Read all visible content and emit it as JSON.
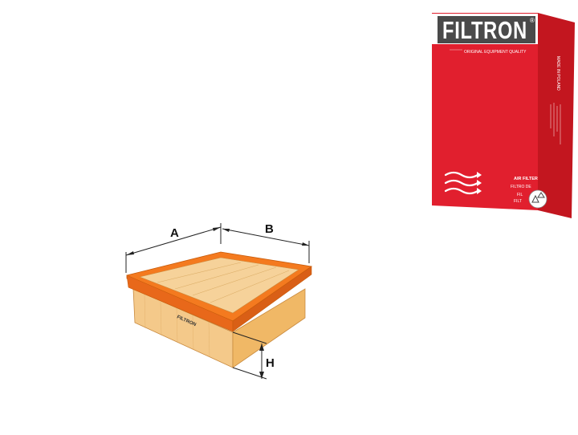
{
  "product_box": {
    "brand": "FILTRON",
    "registered_mark": "®",
    "tagline": "ORIGINAL EQUIPMENT QUALITY",
    "side_text": "MADE IN POLAND",
    "lines": [
      "AIR FILTER",
      "FILTRO DE",
      "FIL",
      "FILT"
    ],
    "brand_color": "#e11f2e",
    "box_side_color": "#c3161f"
  },
  "diagram": {
    "dimension_labels": {
      "a": "A",
      "b": "B",
      "h": "H"
    },
    "filter_stamp": "FILTRON",
    "frame_color": "#f47a1f",
    "media_color": "#f4c98a"
  }
}
